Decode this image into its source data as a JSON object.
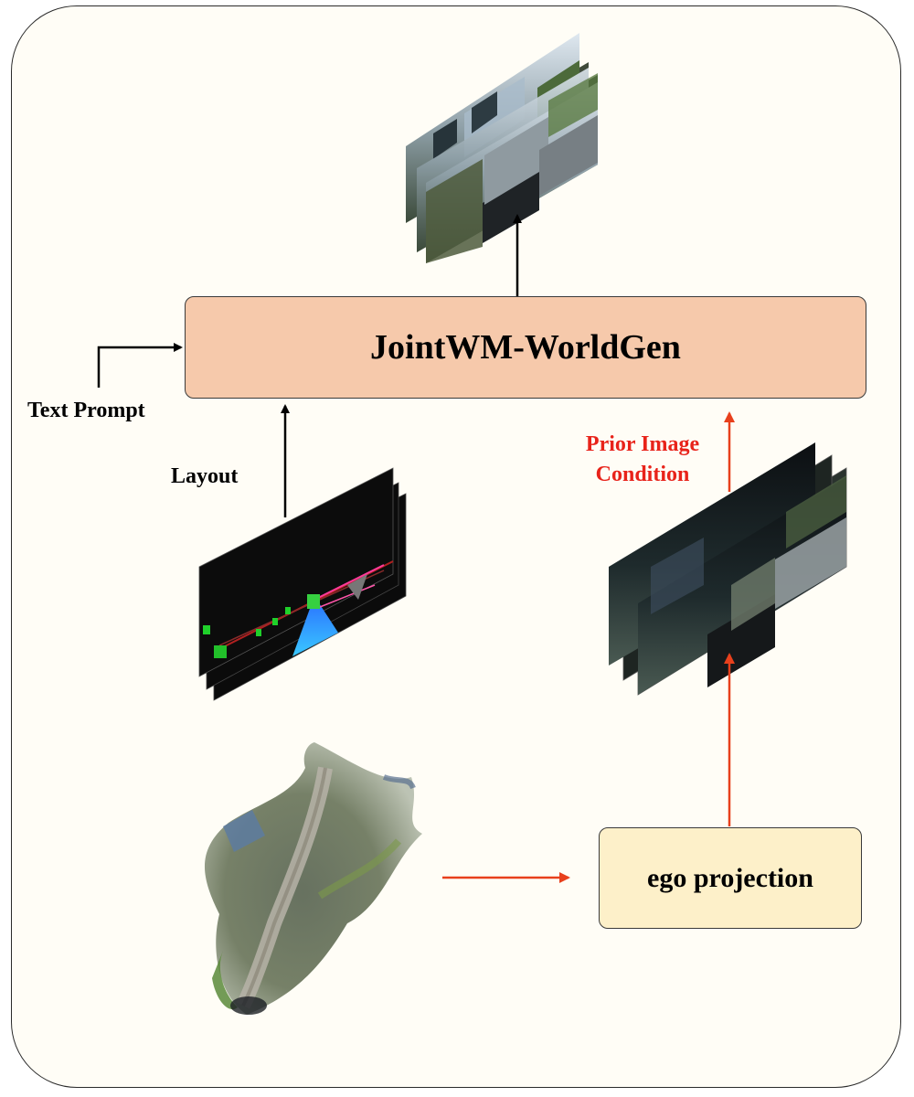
{
  "diagram": {
    "main_block": {
      "label": "JointWM-WorldGen"
    },
    "ego_block": {
      "label": "ego projection"
    },
    "inputs": {
      "text_prompt": "Text Prompt",
      "layout": "Layout",
      "prior_image_condition": "Prior Image Condition"
    },
    "colors": {
      "main_block_fill": "#f6c9ab",
      "ego_block_fill": "#fdf0c9",
      "background": "#fffdf6",
      "condition_arrow": "#e8401c",
      "condition_label": "#e8231a"
    },
    "images": {
      "output_frames": "generated-multiview-frames",
      "layout_frames": "layout-frames",
      "prior_frames": "prior-image-frames",
      "point_cloud": "point-cloud-scene"
    }
  }
}
